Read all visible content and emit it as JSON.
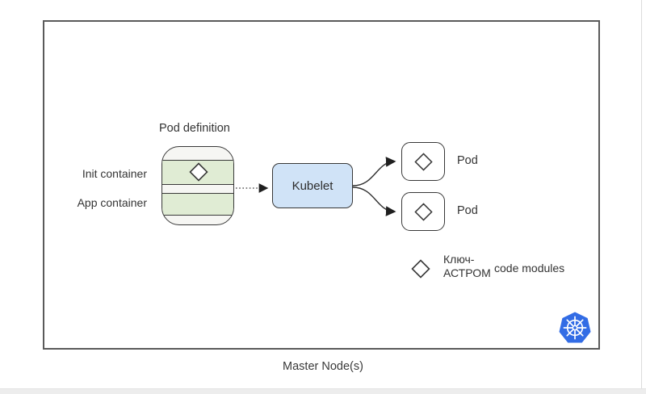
{
  "page": {
    "footer_label": "Master Node(s)"
  },
  "diagram": {
    "pod_definition": {
      "title": "Pod definition",
      "rows": [
        {
          "label": "Init container"
        },
        {
          "label": "App container"
        }
      ]
    },
    "kubelet": {
      "label": "Kubelet"
    },
    "pods": [
      {
        "label": "Pod"
      },
      {
        "label": "Pod"
      }
    ],
    "legend": {
      "key": "Ключ-АСТРОМ",
      "description": "code modules"
    },
    "icons": {
      "diamond": "code-module-diamond-icon",
      "kubernetes": "kubernetes-helm-logo"
    },
    "colors": {
      "container_green": "#e0ecd4",
      "kubelet_blue": "#d0e3f7",
      "kubernetes_blue": "#326ce5",
      "stroke_dark": "#383838",
      "frame_gray": "#5a5a5a"
    }
  }
}
